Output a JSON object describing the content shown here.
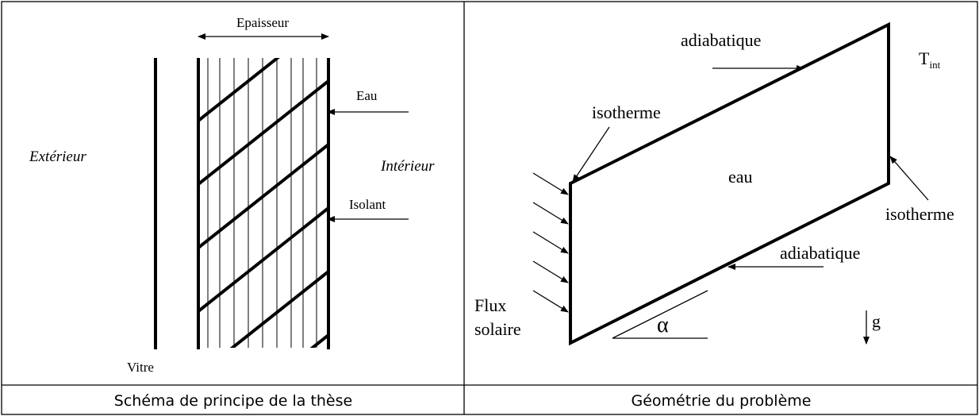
{
  "left_panel": {
    "caption": "Schéma de principe de la thèse",
    "labels": {
      "epaisseur": "Epaisseur",
      "eau": "Eau",
      "exterieur": "Extérieur",
      "interieur": "Intérieur",
      "isolant": "Isolant",
      "vitre": "Vitre"
    }
  },
  "right_panel": {
    "caption": "Géométrie du problème",
    "labels": {
      "adiabatique_top": "adiabatique",
      "t_int_main": "T",
      "t_int_sub": "int",
      "isotherme_left": "isotherme",
      "eau": "eau",
      "isotherme_right": "isotherme",
      "adiabatique_bottom": "adiabatique",
      "flux_line1": "Flux",
      "flux_line2": "solaire",
      "alpha": "α",
      "g": "g"
    }
  }
}
